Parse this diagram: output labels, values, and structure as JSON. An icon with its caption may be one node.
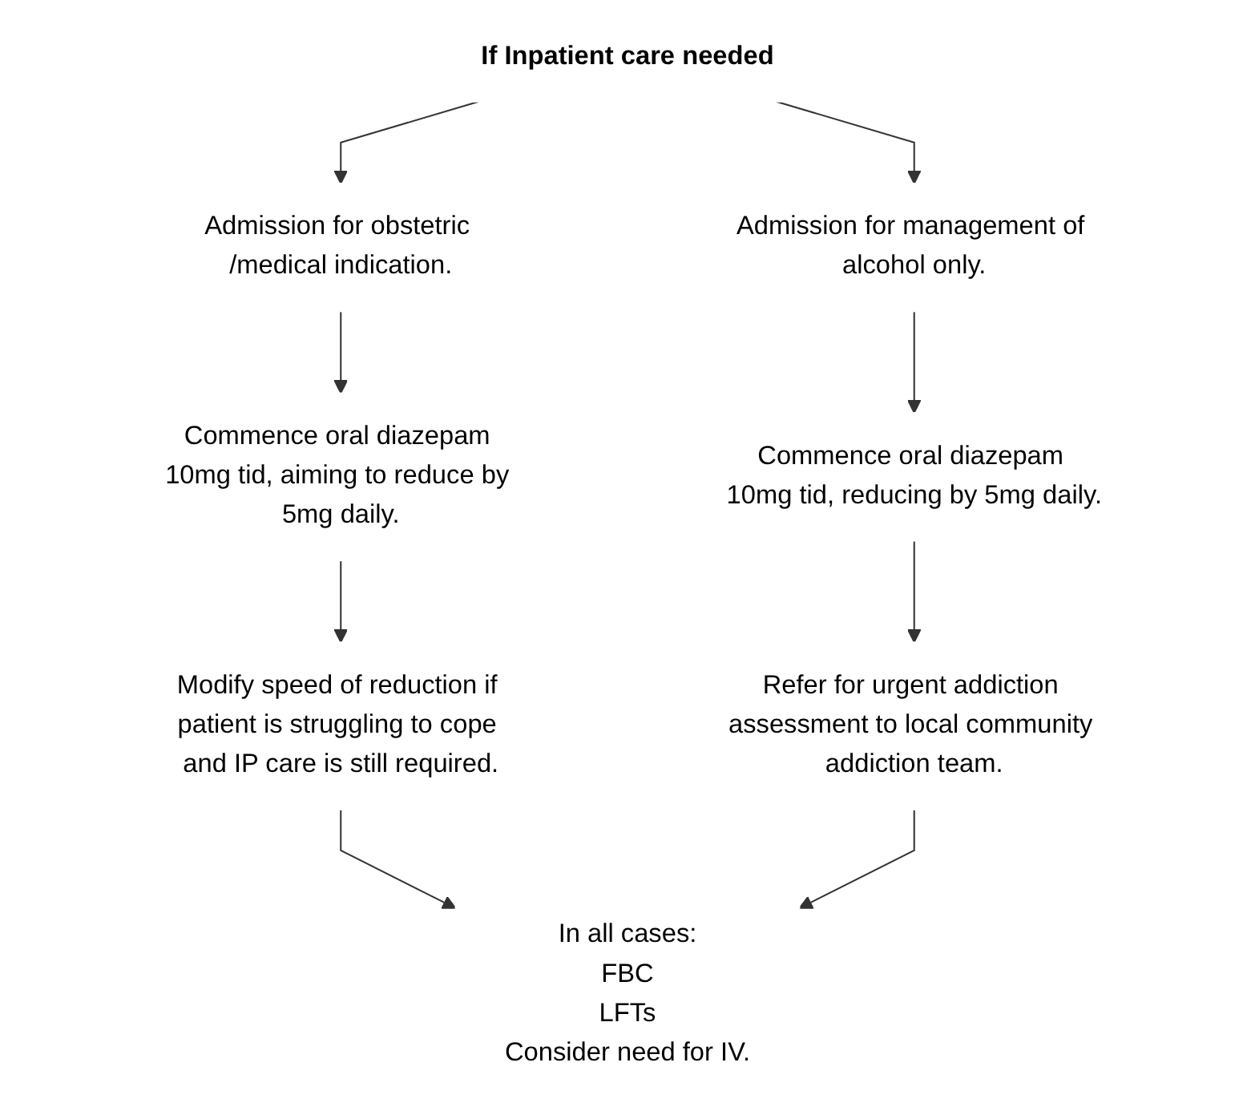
{
  "diagram": {
    "nodes": [
      {
        "text": [
          "If Inpatient care needed"
        ]
      },
      {
        "text": [
          "Admission for obstetric /medical indication."
        ]
      },
      {
        "text": [
          "Admission for management of alcohol only."
        ]
      },
      {
        "text": [
          "Commence oral diazepam 10mg tid, aiming to reduce by 5mg daily."
        ]
      },
      {
        "text": [
          "Commence oral diazepam 10mg tid, reducing by 5mg daily."
        ]
      },
      {
        "text": [
          "Modify speed of reduction if patient is struggling to cope and IP care is still required."
        ]
      },
      {
        "text": [
          "Refer for urgent addiction assessment to local community addiction team."
        ]
      },
      {
        "text": [
          "In all cases:",
          "FBC",
          "LFTs",
          "Consider need for IV."
        ]
      }
    ],
    "edges": [
      {
        "from": 0,
        "to": 1,
        "arrow": "to"
      },
      {
        "from": 0,
        "to": 2,
        "arrow": "to"
      },
      {
        "from": 1,
        "to": 3,
        "arrow": "to"
      },
      {
        "from": 2,
        "to": 4,
        "arrow": "to"
      },
      {
        "from": 3,
        "to": 5,
        "arrow": "to"
      },
      {
        "from": 4,
        "to": 6,
        "arrow": "to"
      },
      {
        "from": 5,
        "to": 7,
        "arrow": "to"
      },
      {
        "from": 6,
        "to": 7,
        "arrow": "to"
      }
    ]
  }
}
